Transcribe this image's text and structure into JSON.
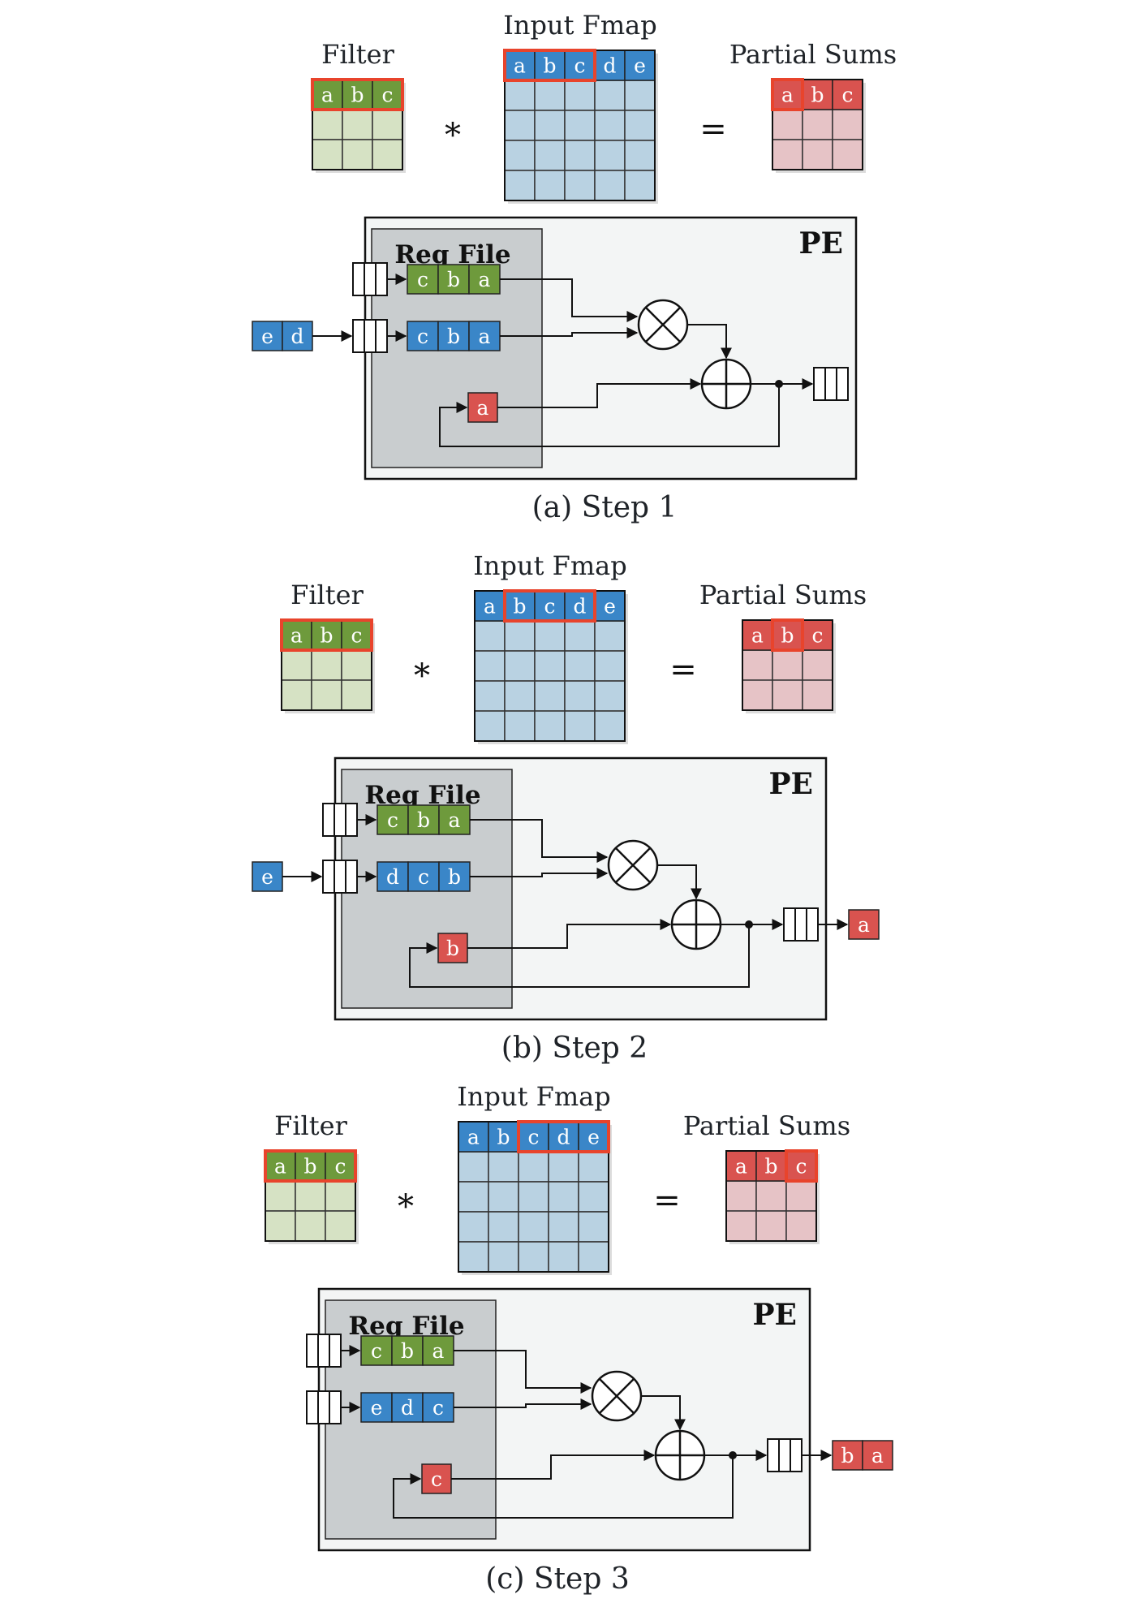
{
  "labels": {
    "filter": "Filter",
    "input_fmap": "Input Fmap",
    "partial_sums": "Partial Sums",
    "reg_file": "Reg File",
    "pe": "PE",
    "conv_op": "*",
    "eq_op": "="
  },
  "colors": {
    "filter": "#6e9a3c",
    "filter_light": "#d6e2c4",
    "input": "#3a86c8",
    "input_light": "#b9d2e2",
    "psum": "#d9534f",
    "psum_light": "#e6c3c6",
    "highlight": "#e8442c",
    "pe_bg": "#f3f5f5",
    "regfile_bg": "#c9cdcf"
  },
  "steps": [
    {
      "caption": "(a) Step 1",
      "filter_row": [
        "a",
        "b",
        "c"
      ],
      "filter_highlight": [
        0,
        2
      ],
      "fmap_row": [
        "a",
        "b",
        "c",
        "d",
        "e"
      ],
      "fmap_highlight": [
        0,
        2
      ],
      "psum_row": [
        "a",
        "b",
        "c"
      ],
      "psum_highlight": [
        0,
        0
      ],
      "reg_filter": [
        "c",
        "b",
        "a"
      ],
      "reg_input": [
        "c",
        "b",
        "a"
      ],
      "reg_psum": "a",
      "input_queue": [
        "e",
        "d"
      ],
      "output_queue": []
    },
    {
      "caption": "(b) Step 2",
      "filter_row": [
        "a",
        "b",
        "c"
      ],
      "filter_highlight": [
        0,
        2
      ],
      "fmap_row": [
        "a",
        "b",
        "c",
        "d",
        "e"
      ],
      "fmap_highlight": [
        1,
        3
      ],
      "psum_row": [
        "a",
        "b",
        "c"
      ],
      "psum_highlight": [
        1,
        1
      ],
      "reg_filter": [
        "c",
        "b",
        "a"
      ],
      "reg_input": [
        "d",
        "c",
        "b"
      ],
      "reg_psum": "b",
      "input_queue": [
        "e"
      ],
      "output_queue": [
        "a"
      ]
    },
    {
      "caption": "(c) Step 3",
      "filter_row": [
        "a",
        "b",
        "c"
      ],
      "filter_highlight": [
        0,
        2
      ],
      "fmap_row": [
        "a",
        "b",
        "c",
        "d",
        "e"
      ],
      "fmap_highlight": [
        2,
        4
      ],
      "psum_row": [
        "a",
        "b",
        "c"
      ],
      "psum_highlight": [
        2,
        2
      ],
      "reg_filter": [
        "c",
        "b",
        "a"
      ],
      "reg_input": [
        "e",
        "d",
        "c"
      ],
      "reg_psum": "c",
      "input_queue": [],
      "output_queue": [
        "b",
        "a"
      ]
    }
  ]
}
